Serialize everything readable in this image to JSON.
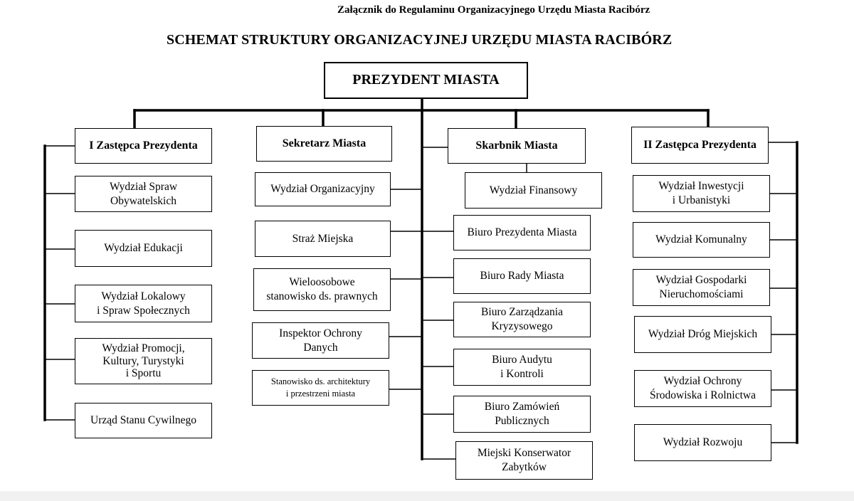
{
  "document": {
    "annex": "Załącznik do Regulaminu Organizacyjnego Urzędu Miasta Racibórz",
    "title": "SCHEMAT STRUKTURY ORGANIZACYJNEJ URZĘDU MIASTA RACIBÓRZ"
  },
  "chart": {
    "top": "PREZYDENT MIASTA",
    "heads": {
      "deputy1": "I Zastępca Prezydenta",
      "secretary": "Sekretarz Miasta",
      "treasurer": "Skarbnik Miasta",
      "deputy2": "II Zastępca Prezydenta"
    },
    "deputy1_units": [
      "Wydział Spraw\nObywatelskich",
      "Wydział Edukacji",
      "Wydział Lokalowy\ni Spraw Społecznych",
      "Wydział Promocji,\nKultury, Turystyki\ni Sportu",
      "Urząd Stanu Cywilnego"
    ],
    "secretary_units": [
      "Wydział Organizacyjny",
      "Straż Miejska",
      "Wieloosobowe\nstanowisko ds. prawnych",
      "Inspektor Ochrony\nDanych",
      "Stanowisko ds. architektury\ni przestrzeni miasta"
    ],
    "treasurer_units": [
      "Wydział Finansowy"
    ],
    "president_units": [
      "Biuro Prezydenta Miasta",
      "Biuro Rady Miasta",
      "Biuro Zarządzania\nKryzysowego",
      "Biuro Audytu\ni Kontroli",
      "Biuro Zamówień\nPublicznych",
      "Miejski Konserwator\nZabytków"
    ],
    "deputy2_units": [
      "Wydział Inwestycji\ni Urbanistyki",
      "Wydział Komunalny",
      "Wydział Gospodarki\nNieruchomościami",
      "Wydział Dróg Miejskich",
      "Wydział Ochrony\nŚrodowiska i Rolnictwa",
      "Wydział Rozwoju"
    ]
  }
}
